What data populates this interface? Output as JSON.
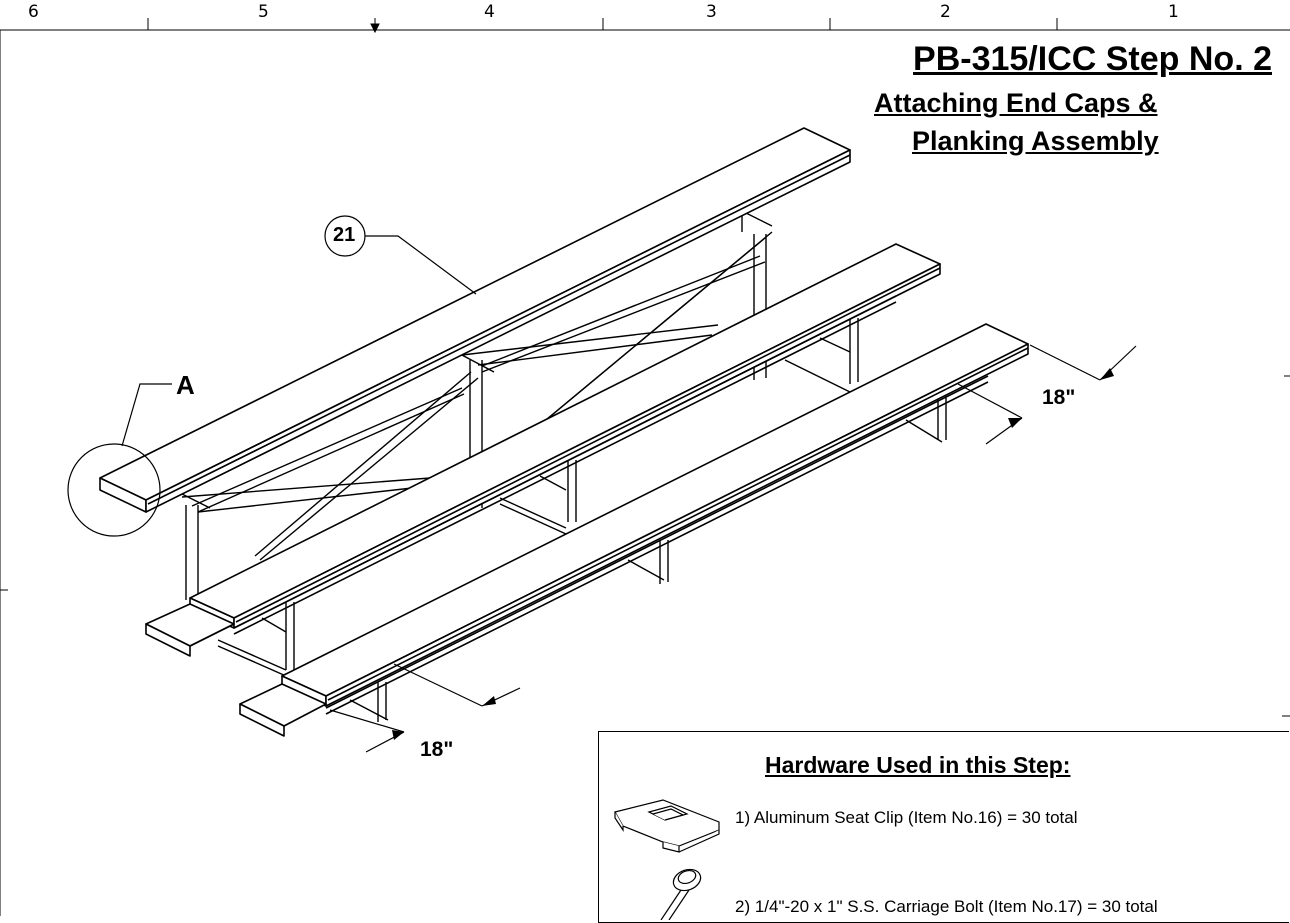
{
  "zones": [
    "6",
    "5",
    "4",
    "3",
    "2",
    "1"
  ],
  "title": "PB-315/ICC Step No. 2",
  "subtitle_line1": "Attaching End Caps &",
  "subtitle_line2": "Planking Assembly",
  "callouts": {
    "item": "21",
    "detail": "A"
  },
  "dimensions": {
    "top": "18\"",
    "bottom": "18\""
  },
  "hardware": {
    "heading": "Hardware Used in this Step:",
    "items": [
      {
        "text": "1) Aluminum Seat Clip (Item No.16) = 30 total",
        "icon": "seat-clip-icon"
      },
      {
        "text": "2) 1/4\"-20 x 1\" S.S. Carriage Bolt (Item No.17) = 30 total",
        "icon": "carriage-bolt-icon"
      }
    ]
  }
}
